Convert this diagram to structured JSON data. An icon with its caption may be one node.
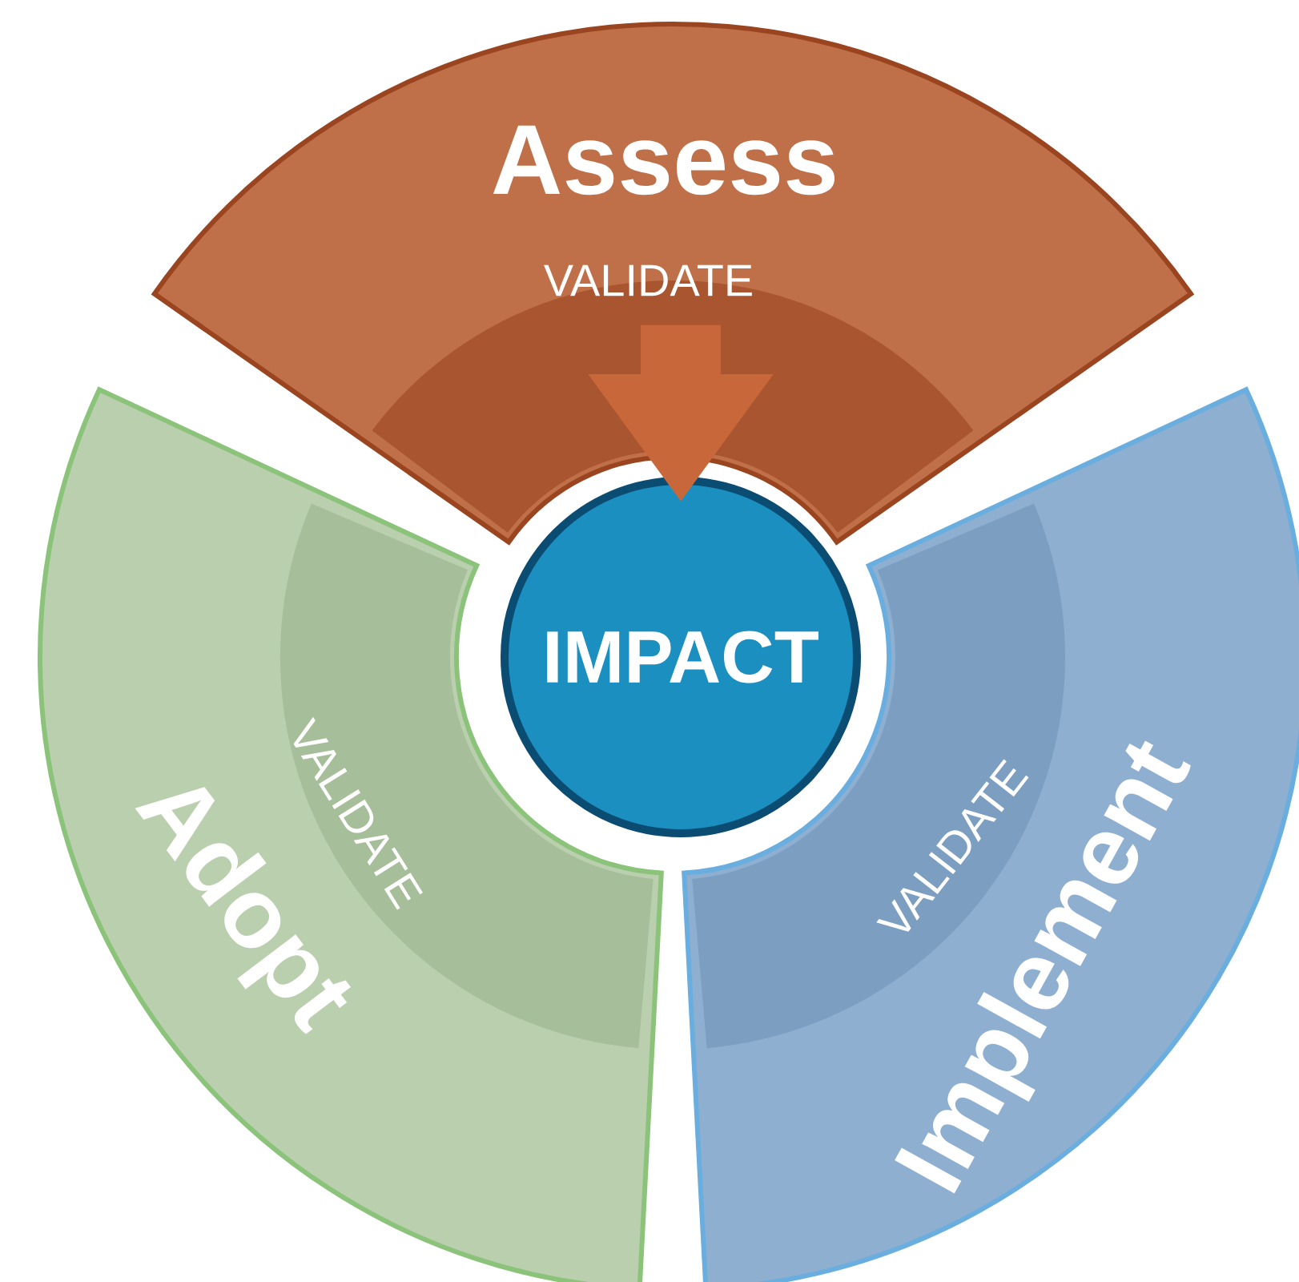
{
  "diagram": {
    "nodes": [
      {
        "text": [
          "Assess",
          "VALIDATE"
        ]
      },
      {
        "text": [
          "IMPACT"
        ]
      },
      {
        "text": [
          "Adopt",
          "VALIDATE"
        ]
      },
      {
        "text": [
          "Implement",
          "VALIDATE"
        ]
      }
    ],
    "edges": [
      {
        "from": 0,
        "to": 1,
        "arrow": "to"
      }
    ]
  }
}
